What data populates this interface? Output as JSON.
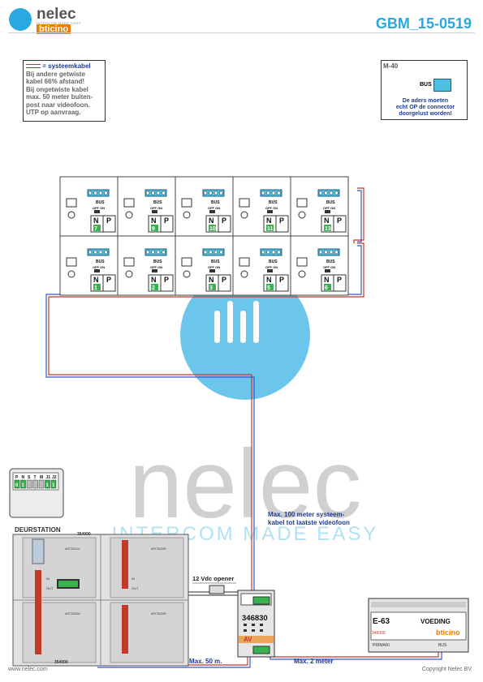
{
  "header": {
    "brand_name": "nelec",
    "brand_tagline": "INTERCOM MADE EASY",
    "brand_sub": "bticino",
    "doc_code": "GBM_15-0519"
  },
  "note_left": {
    "line1": "= systeemkabel",
    "lines": [
      "Bij andere getwiste",
      "kabel 66% afstand!",
      "Bij ongetwiste kabel",
      "max. 50 meter buiten-",
      "post naar videofoon.",
      "UTP op aanvraag."
    ]
  },
  "note_right": {
    "title": "M-40",
    "bus": "BUS",
    "text": [
      "De aders moeten",
      "echt OP de connector",
      "doorgelust worden!"
    ]
  },
  "monitors": {
    "bus_label": "BUS",
    "switch_label": "OFF ON",
    "n_label": "N",
    "p_label": "P",
    "top_row": [
      "7",
      "9",
      "10",
      "11",
      "13"
    ],
    "bottom_row": [
      "1",
      "2",
      "3",
      "5",
      "6"
    ]
  },
  "watermark": {
    "word": "nelec",
    "tagline": "INTERCOM MADE EASY"
  },
  "door_panel": {
    "switch_labels": [
      "P",
      "N",
      "S",
      "T",
      "M",
      "J1",
      "J2"
    ],
    "switch_values": [
      "0",
      "1",
      "",
      "",
      "",
      "1",
      "1"
    ],
    "label": "DEURSTATION",
    "module_code_top": "354000",
    "module_code_bottom": "354000",
    "art_labels": [
      "ART331101",
      "ART332000",
      "ART332000",
      "ART332000"
    ],
    "in_label": "IN",
    "out_label": "OUT"
  },
  "connections": {
    "opener": "12 Vdc opener",
    "max_100": [
      "Max. 100 meter systeem-",
      "kabel tot laatste videofoon"
    ],
    "max_50": "Max. 50 m.",
    "max_2": "Max. 2 meter"
  },
  "av_module": {
    "code": "346830",
    "label": "AV"
  },
  "power_supply": {
    "model": "E-63",
    "title": "VOEDING",
    "code": "346000",
    "brand": "bticino",
    "primary": "PRIMARI",
    "bus": "BUS"
  },
  "footer": {
    "left": "www.nelec.com",
    "right": "Copyright Nelec BV"
  },
  "colors": {
    "accent": "#2aa8e0",
    "brand_orange": "#f07c00",
    "terminal_cyan": "#4dbfe0",
    "number_green": "#37b24d",
    "wire_red": "#c0392b",
    "wire_blue": "#3a55c8"
  }
}
